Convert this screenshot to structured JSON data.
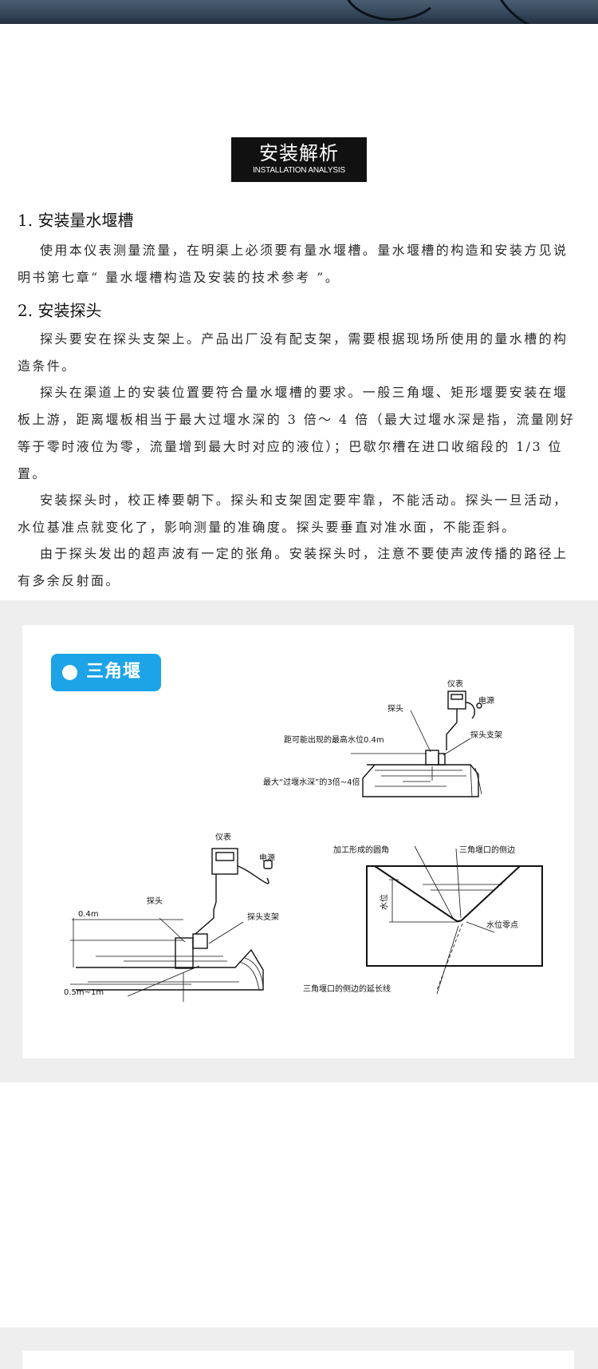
{
  "title": {
    "cn": "安装解析",
    "en": "INSTALLATION ANALYSIS"
  },
  "sections": [
    {
      "heading": "1. 安装量水堰槽",
      "paragraphs": [
        "使用本仪表测量流量，在明渠上必须要有量水堰槽。量水堰槽的构造和安装方见说明书第七章“ 量水堰槽构造及安装的技术参考 ”。"
      ]
    },
    {
      "heading": "2. 安装探头",
      "paragraphs": [
        "探头要安在探头支架上。产品出厂没有配支架，需要根据现场所使用的量水槽的构造条件。",
        "探头在渠道上的安装位置要符合量水堰槽的要求。一般三角堰、矩形堰要安装在堰板上游，距离堰板相当于最大过堰水深的 3 倍～ 4 倍（最大过堰水深是指，流量刚好等于零时液位为零，流量增到最大时对应的液位）；巴歇尔槽在进口收缩段的 1/3 位置。",
        "安装探头时，校正棒要朝下。探头和支架固定要牢靠，不能活动。探头一旦活动，水位基准点就变化了，影响测量的准确度。探头要垂直对准水面，不能歪斜。",
        "由于探头发出的超声波有一定的张角。安装探头时，注意不要使声波传播的路径上有多余反射面。"
      ]
    }
  ],
  "figure": {
    "badge": "三角堰",
    "top_diagram": {
      "meter": "仪表",
      "power": "电源",
      "probe": "探头",
      "bracket": "探头支架",
      "max_level": "距可能出现的最高水位0.4m",
      "max_depth": "最大“过堰水深”的3倍~4倍"
    },
    "left_diagram": {
      "meter": "仪表",
      "power": "电源",
      "probe": "探头",
      "bracket": "探头支架",
      "height": "0.4m",
      "distance": "0.5m~1m"
    },
    "right_diagram": {
      "round_corner": "加工形成的圆角",
      "notch_side": "三角堰口的侧边",
      "water_level": "水位",
      "zero_point": "水位零点",
      "extension": "三角堰口的侧边的延长线"
    }
  }
}
